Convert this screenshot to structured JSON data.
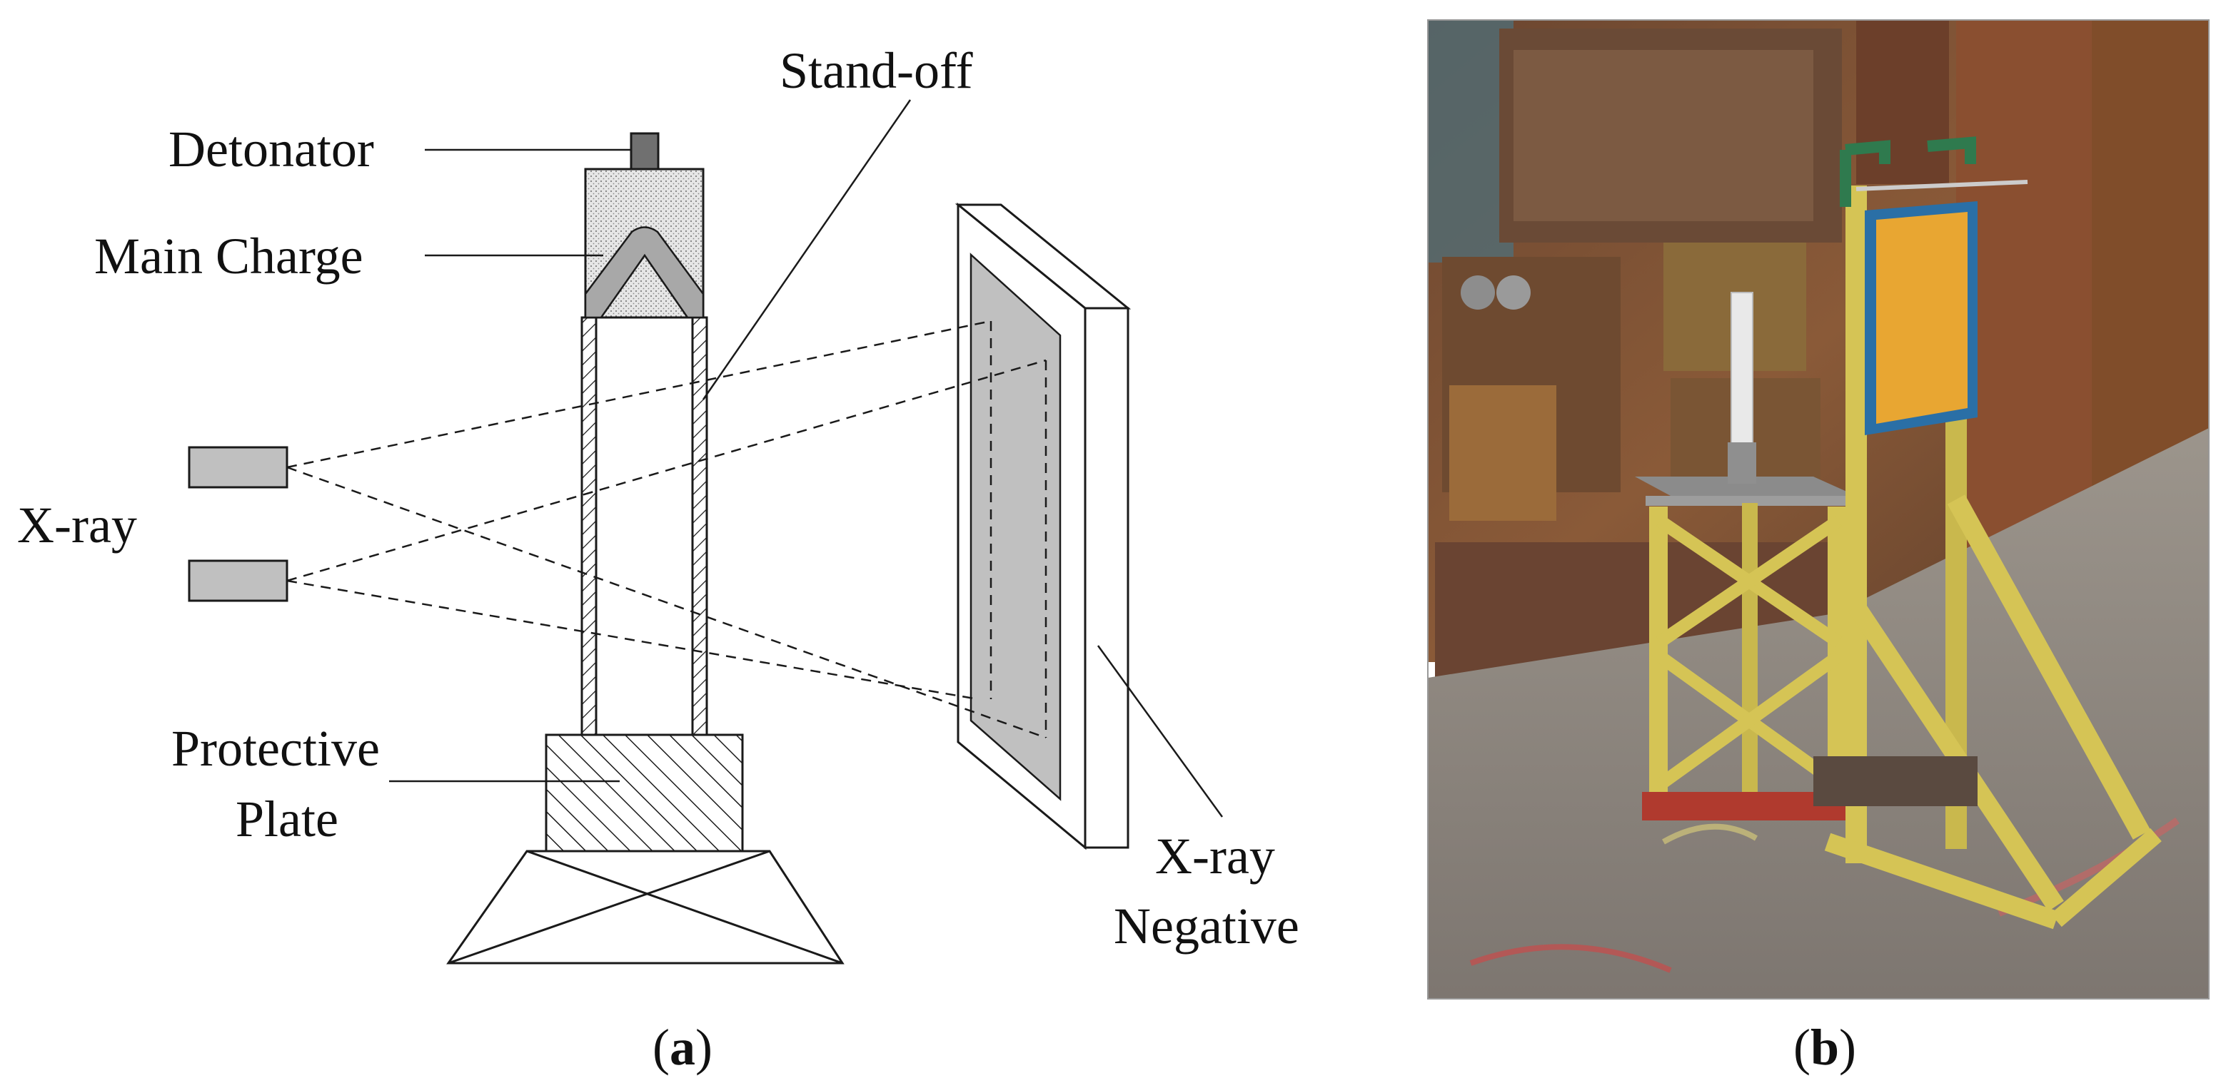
{
  "panel_a": {
    "caption_open": "(",
    "caption_letter": "a",
    "caption_close": ")",
    "labels": {
      "stand_off": "Stand-off",
      "detonator": "Detonator",
      "main_charge": "Main Charge",
      "xray": "X-ray",
      "protective_line1": "Protective",
      "protective_line2": "Plate",
      "negative_line1": "X-ray",
      "negative_line2": "Negative"
    }
  },
  "panel_b": {
    "caption_open": "(",
    "caption_letter": "b",
    "caption_close": ")"
  },
  "colors": {
    "line": "#1a1a1a",
    "gray_fill": "#c0c0c0",
    "detonator_fill": "#707070",
    "charge_fill": "#e2e2e2",
    "stand_yellow": "#d8c65a",
    "plate_orange": "#e8a632",
    "plate_blue": "#2a6fa6",
    "rust": "#7a4a2c"
  }
}
